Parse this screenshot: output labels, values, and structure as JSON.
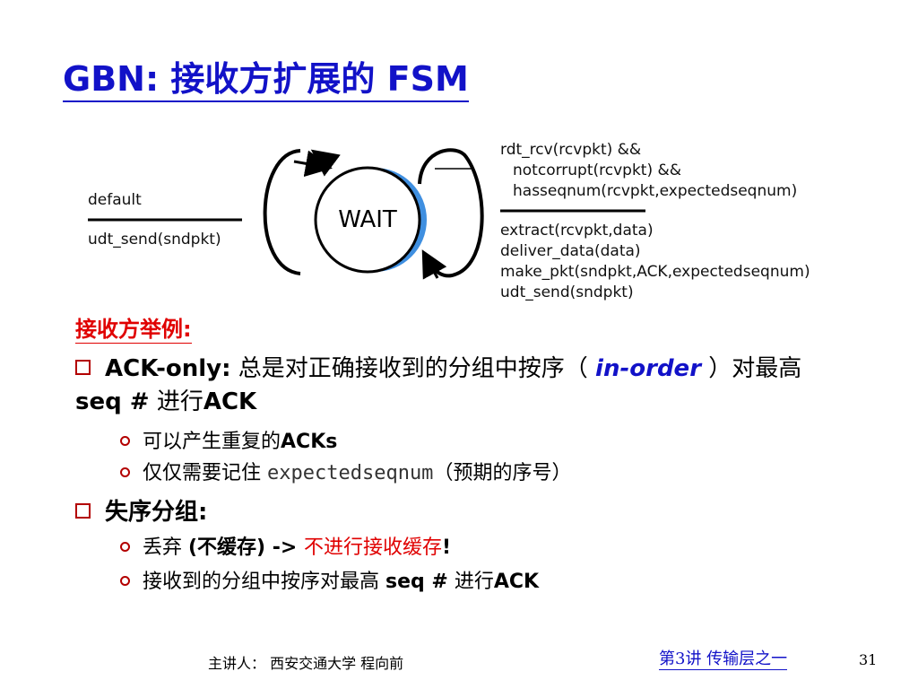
{
  "title": "GBN: 接收方扩展的 FSM",
  "fsm": {
    "state": "WAIT",
    "initial": {
      "event": "default",
      "action": "udt_send(sndpkt)"
    },
    "transition": {
      "event": [
        "rdt_rcv(rcvpkt) &&",
        "notcorrupt(rcvpkt)  &&",
        "hasseqnum(rcvpkt,expectedseqnum)"
      ],
      "actions": [
        "extract(rcvpkt,data)",
        "deliver_data(data)",
        "make_pkt(sndpkt,ACK,expectedseqnum)",
        "udt_send(sndpkt)"
      ]
    }
  },
  "example": {
    "heading": "接收方举例:",
    "ack_only": {
      "label": "ACK-only:",
      "text1": " 总是对正确接收到的分组中按序（ ",
      "inorder": "in-order",
      "text2": " ）对最高 ",
      "seq": "seq #",
      "text3": " 进行",
      "ack": "ACK",
      "subs": [
        {
          "text": "可以产生重复的",
          "bold": "ACKs"
        },
        {
          "text": "仅仅需要记住 ",
          "mono": "expectedseqnum",
          "tail": "（预期的序号）"
        }
      ]
    },
    "out_of_order": {
      "label": "失序分组:",
      "sub1": {
        "text": "丢弃 ",
        "bold": "(不缓存) -> ",
        "red": "不进行接收缓存",
        "end": "!"
      },
      "sub2": {
        "text": "接收到的分组中按序对最高 ",
        "seq": "seq #",
        "text2": " 进行",
        "ack": "ACK"
      }
    }
  },
  "footer": {
    "presenter": "主讲人：  西安交通大学  程向前",
    "lecture": "第3讲   传输层之一",
    "page": "31"
  }
}
